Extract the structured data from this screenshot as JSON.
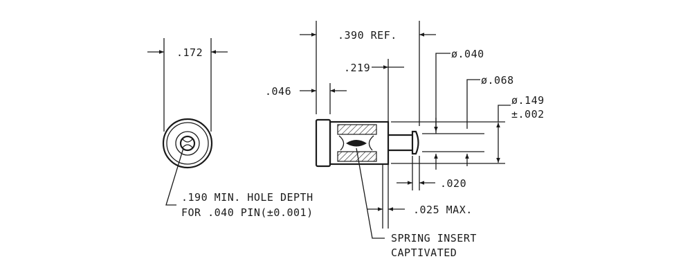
{
  "dimensions": {
    "end_view_width": ".172",
    "overall_ref": ".390 REF.",
    "body_length": ".219",
    "flange_thickness": ".046",
    "tail_dia": "ø.040",
    "tip_dia": "ø.068",
    "body_dia": "ø.149",
    "body_dia_tol": "±.002",
    "tail_length": ".020",
    "shoulder_max": ".025 MAX."
  },
  "notes": {
    "hole_depth_line1": ".190 MIN. HOLE DEPTH",
    "hole_depth_line2": "FOR .040 PIN(±0.001)",
    "spring_line1": "SPRING INSERT",
    "spring_line2": "CAPTIVATED"
  }
}
